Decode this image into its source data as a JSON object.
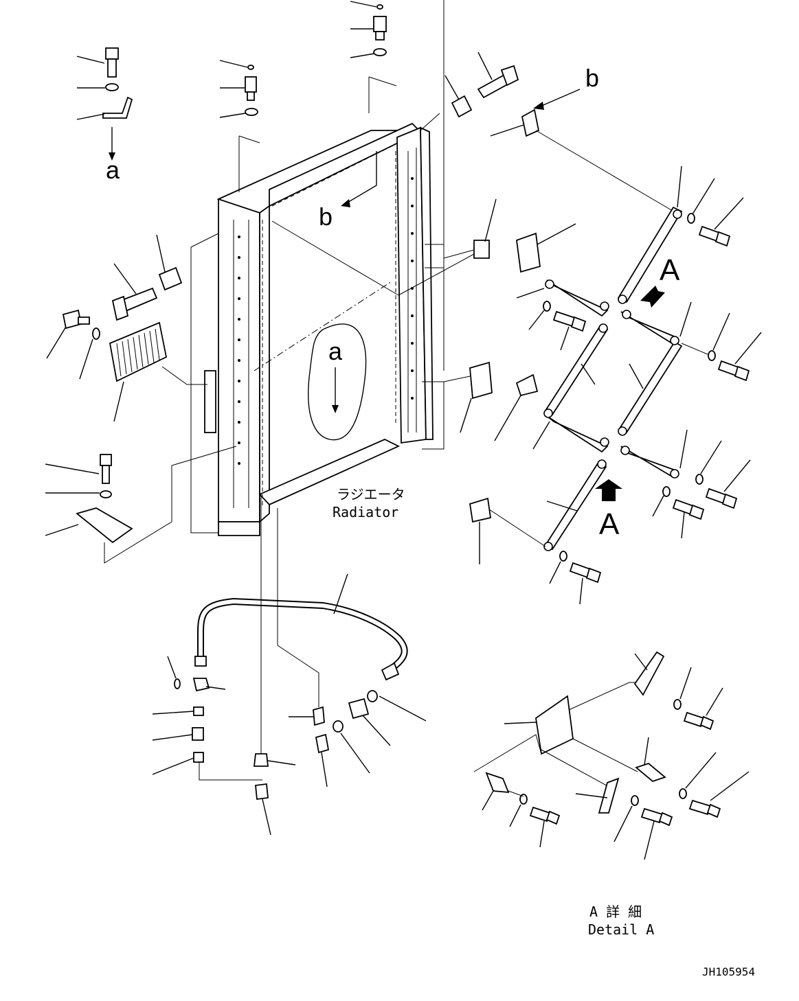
{
  "labels": {
    "radiator_jp": "ラジエータ",
    "radiator_en": "Radiator",
    "detail_jp": "A 詳 細",
    "detail_en": "Detail A",
    "drawing_number": "JH105954"
  },
  "view_markers": {
    "a": "a",
    "b": "b",
    "A": "A"
  }
}
